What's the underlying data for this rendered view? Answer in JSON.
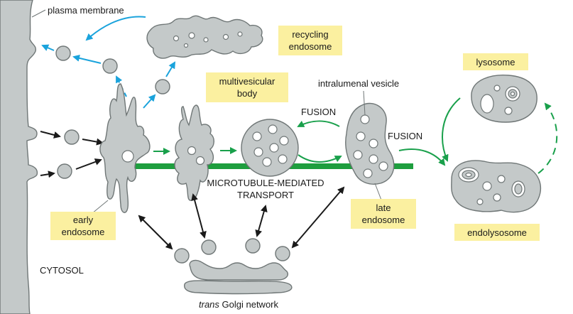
{
  "labels": {
    "plasma_membrane": "plasma membrane",
    "recycling_endosome_1": "recycling",
    "recycling_endosome_2": "endosome",
    "multivesicular_1": "multivesicular",
    "multivesicular_2": "body",
    "intralumenal_vesicle": "intralumenal vesicle",
    "fusion_left": "FUSION",
    "fusion_right": "FUSION",
    "lysosome": "lysosome",
    "microtubule_1": "MICROTUBULE-MEDIATED",
    "microtubule_2": "TRANSPORT",
    "early_endosome_1": "early",
    "early_endosome_2": "endosome",
    "late_endosome_1": "late",
    "late_endosome_2": "endosome",
    "endolysosome": "endolysosome",
    "cytosol": "CYTOSOL",
    "golgi_italic": "trans",
    "golgi_rest": " Golgi network"
  },
  "colors": {
    "membrane_fill": "#c4c9c9",
    "membrane_stroke": "#6f7676",
    "label_box": "#fbf0a0",
    "arrow_blue": "#1aa3dc",
    "arrow_green": "#19a04b",
    "microtubule": "#1e9e3e",
    "arrow_black": "#1a1a1a"
  }
}
